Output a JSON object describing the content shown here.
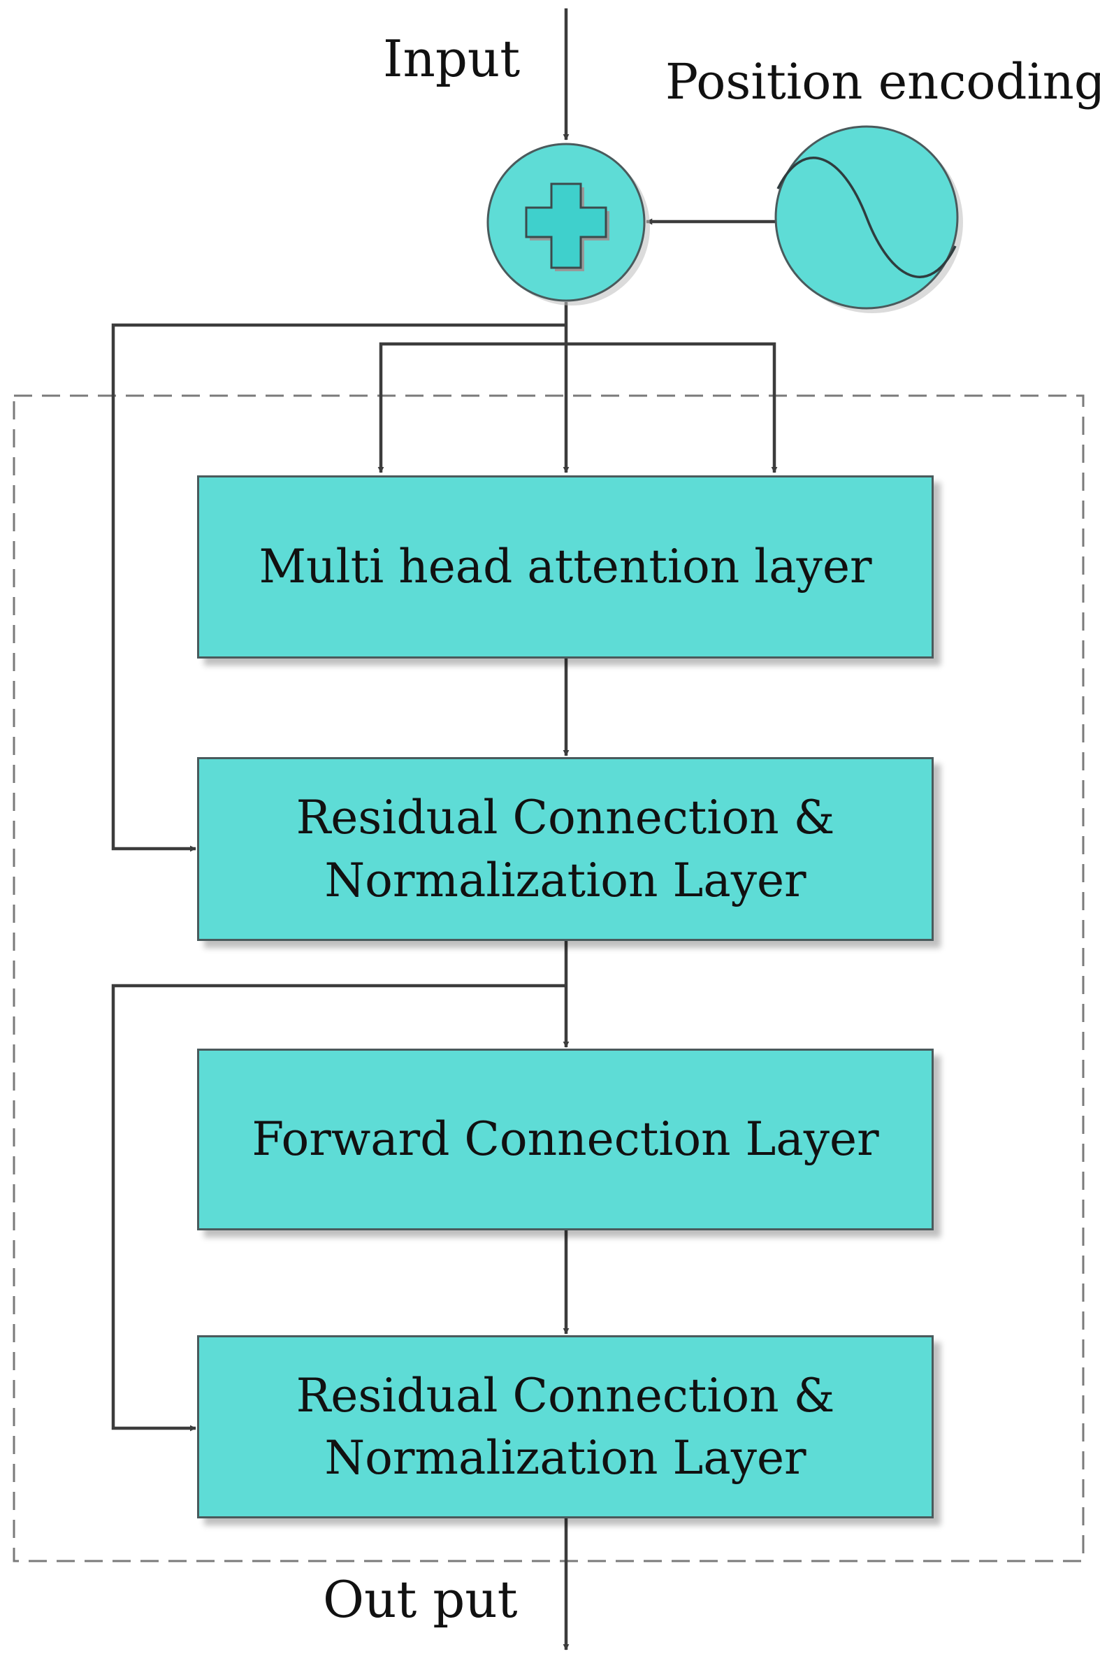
{
  "labels": {
    "input": "Input",
    "position_encoding": "Position encoding",
    "output": "Out put"
  },
  "blocks": {
    "attention": "Multi head attention layer",
    "residual_norm_1": [
      "Residual Connection &",
      "Normalization Layer"
    ],
    "forward": "Forward Connection Layer",
    "residual_norm_2": [
      "Residual Connection &",
      "Normalization Layer"
    ]
  },
  "icons": {
    "adder": "plus-icon",
    "position_encoding": "sine-wave-icon"
  },
  "colors": {
    "block_fill": "#5edcd6",
    "stroke": "#3c3c3c"
  }
}
